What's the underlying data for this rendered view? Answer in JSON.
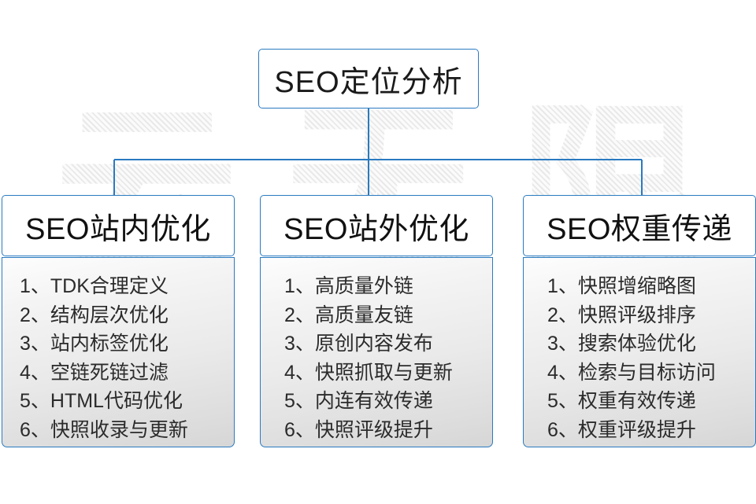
{
  "diagram": {
    "watermark": {
      "chars": [
        "云",
        "无",
        "限"
      ]
    },
    "root": {
      "label": "SEO定位分析"
    },
    "branches": [
      {
        "id": "on-site",
        "title": "SEO站内优化",
        "items": [
          "1、TDK合理定义",
          "2、结构层次优化",
          "3、站内标签优化",
          "4、空链死链过滤",
          "5、HTML代码优化",
          "6、快照收录与更新"
        ]
      },
      {
        "id": "off-site",
        "title": "SEO站外优化",
        "items": [
          "1、高质量外链",
          "2、高质量友链",
          "3、原创内容发布",
          "4、快照抓取与更新",
          "5、内连有效传递",
          "6、快照评级提升"
        ]
      },
      {
        "id": "weight-transfer",
        "title": "SEO权重传递",
        "items": [
          "1、快照增缩略图",
          "2、快照评级排序",
          "3、搜索体验优化",
          "4、检索与目标访问",
          "5、权重有效传递",
          "6、权重评级提升"
        ]
      }
    ],
    "colors": {
      "line": "#2a7ac0",
      "border": "#2a7ac0",
      "header_bg": "#ffffff",
      "body_bg_top": "#fdfdfd",
      "body_bg_bottom": "#d6d6d6",
      "text": "#1a1a1a",
      "background": "#ffffff",
      "watermark": "#e9e9e9"
    }
  }
}
